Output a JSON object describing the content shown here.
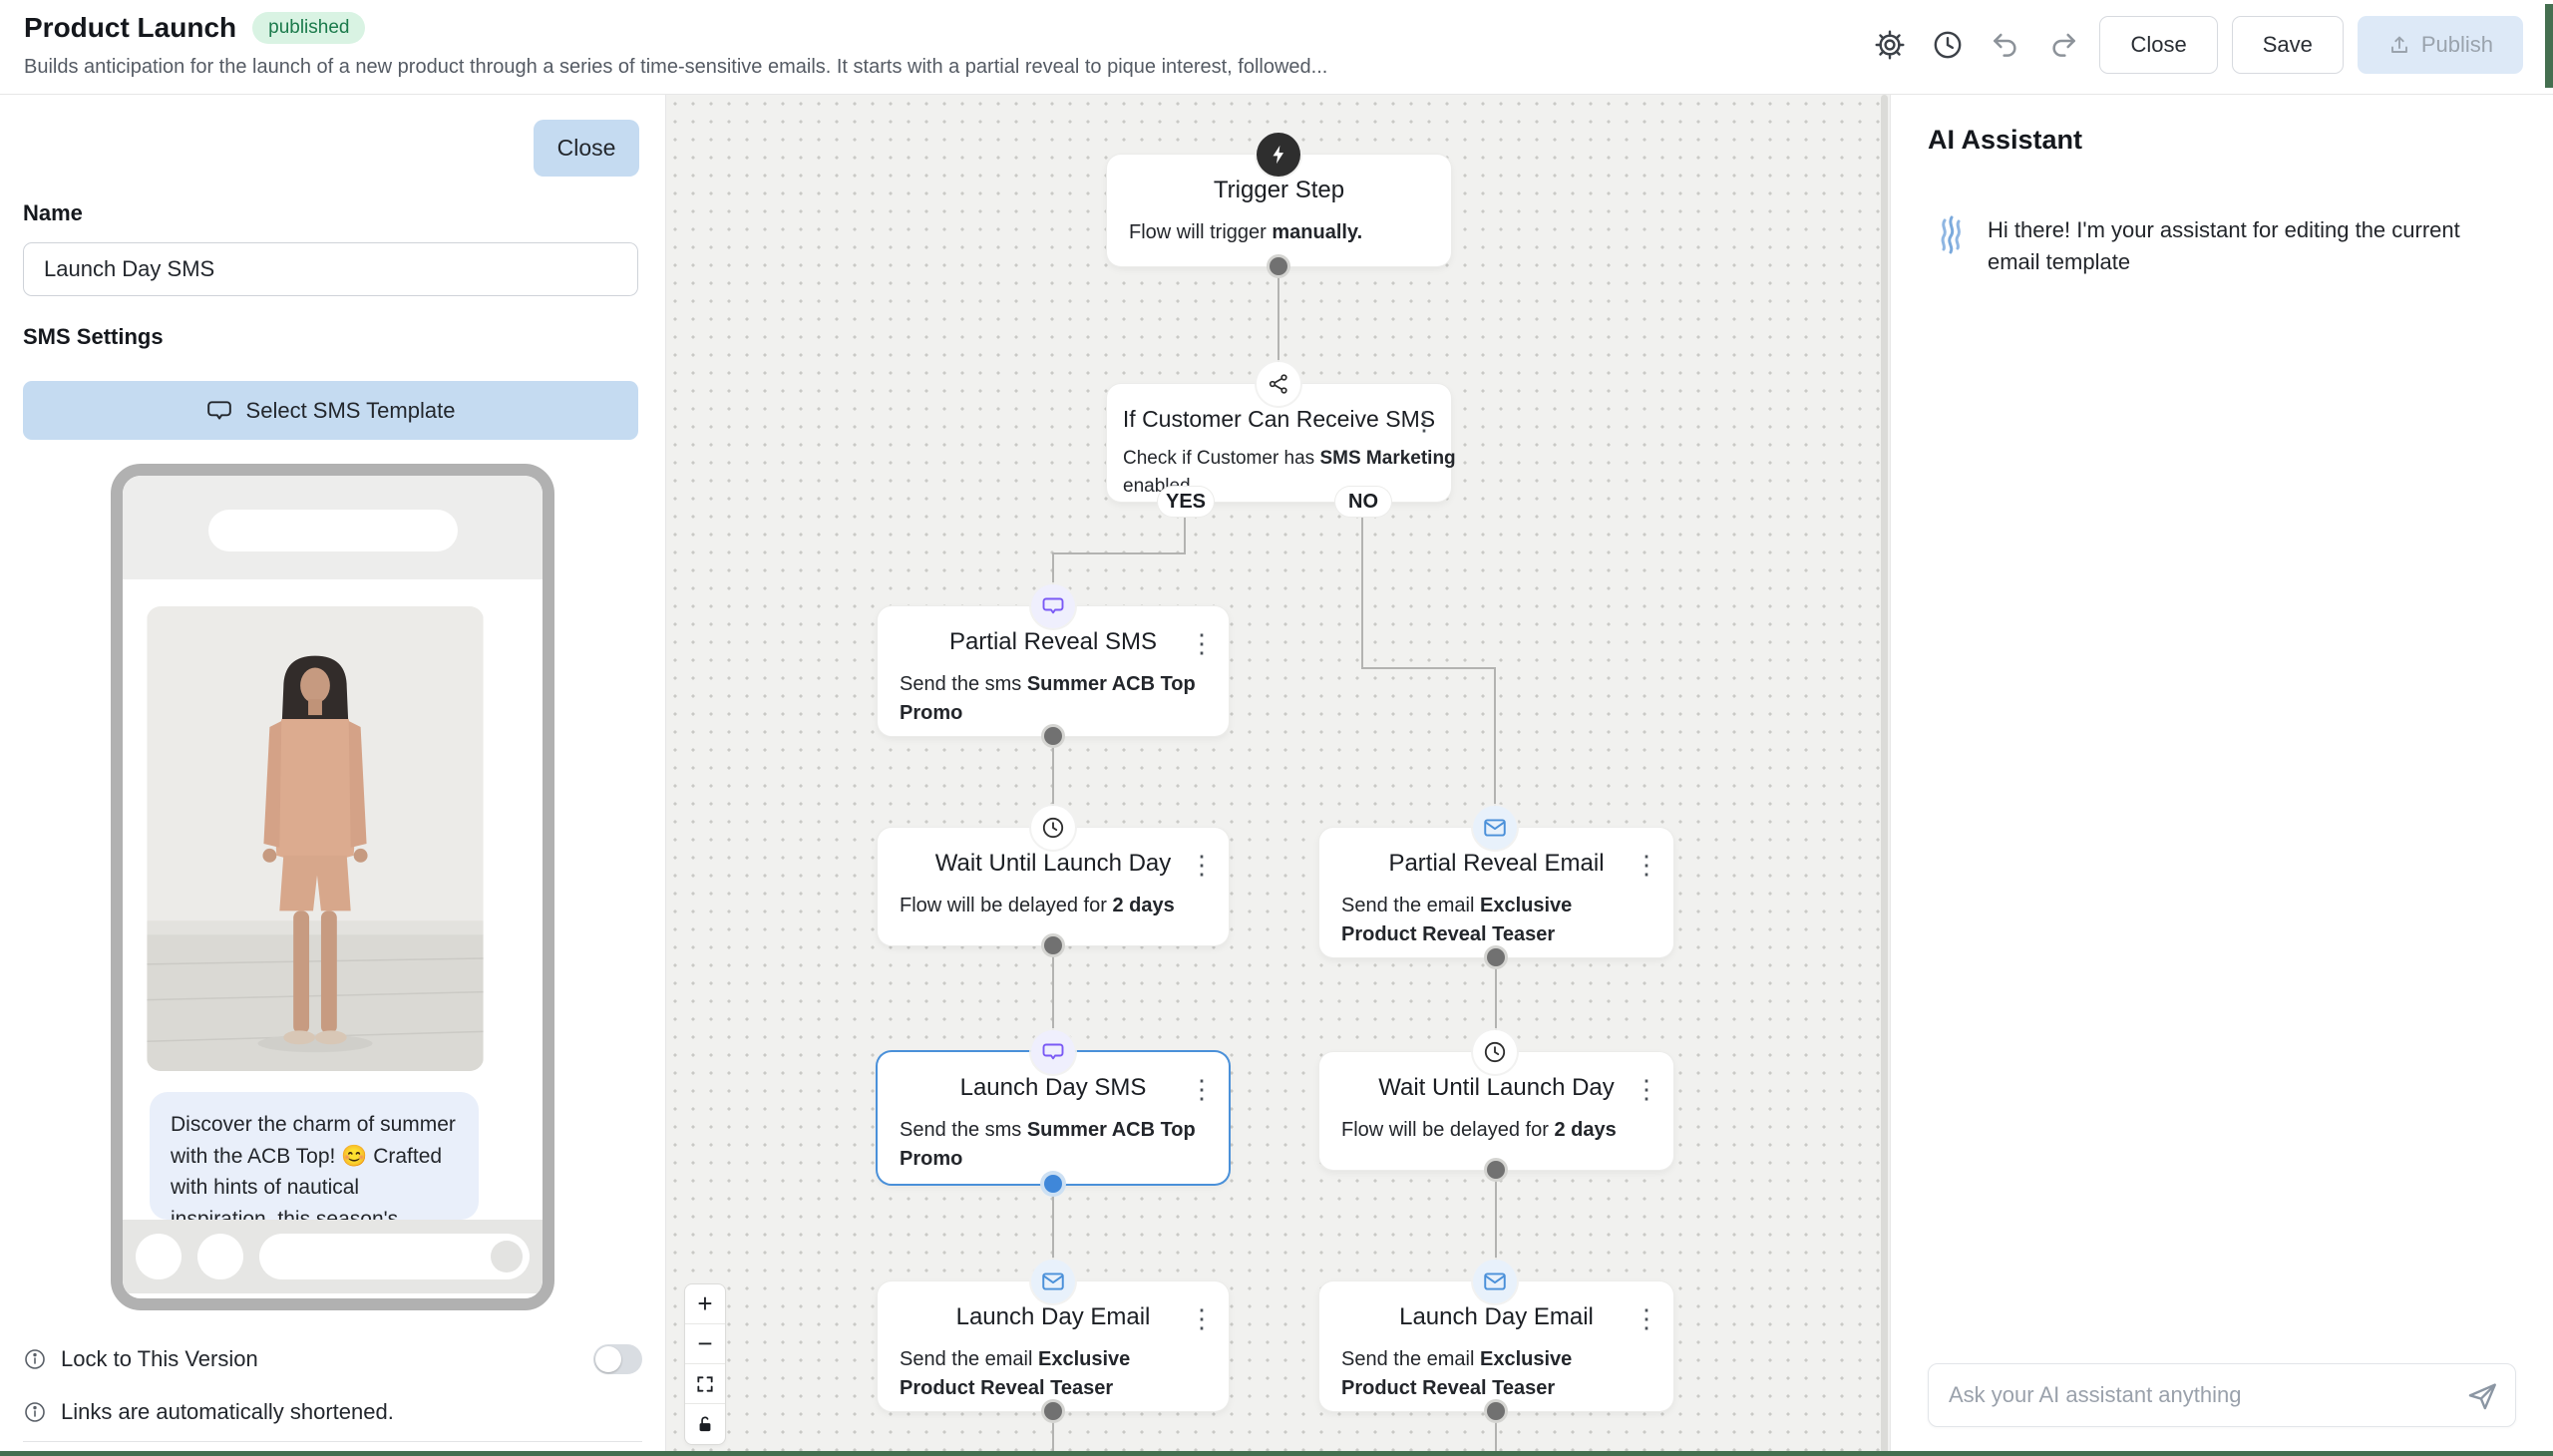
{
  "header": {
    "title": "Product Launch",
    "status": "published",
    "description": "Builds anticipation for the launch of a new product through a series of time-sensitive emails. It starts with a partial reveal to pique interest, followed...",
    "close_label": "Close",
    "save_label": "Save",
    "publish_label": "Publish"
  },
  "panel": {
    "close_label": "Close",
    "name_label": "Name",
    "name_value": "Launch Day SMS",
    "sms_settings_label": "SMS Settings",
    "select_template_label": "Select SMS Template",
    "preview_message": "Discover the charm of summer with the ACB Top! 😊 Crafted with hints of nautical inspiration, this season's...",
    "lock_label": "Lock to This Version",
    "links_note": "Links are automatically shortened."
  },
  "flow": {
    "trigger": {
      "title": "Trigger Step",
      "body_prefix": "Flow will trigger ",
      "body_bold": "manually."
    },
    "condition": {
      "title": "If Customer Can Receive SMS",
      "body_prefix": "Check if Customer has ",
      "body_bold": "SMS Marketing",
      "body_suffix": "enabled",
      "yes_label": "YES",
      "no_label": "NO"
    },
    "partial_sms": {
      "title": "Partial Reveal SMS",
      "body_prefix": "Send the sms ",
      "body_bold": "Summer ACB Top Promo"
    },
    "wait_left": {
      "title": "Wait Until Launch Day",
      "body_prefix": "Flow will be delayed for ",
      "body_bold": "2 days"
    },
    "launch_sms": {
      "title": "Launch Day SMS",
      "body_prefix": "Send the sms ",
      "body_bold": "Summer ACB Top Promo"
    },
    "launch_email_left": {
      "title": "Launch Day Email",
      "body_prefix": "Send the email ",
      "body_bold": "Exclusive Product Reveal Teaser"
    },
    "partial_email": {
      "title": "Partial Reveal Email",
      "body_prefix": "Send the email ",
      "body_bold": "Exclusive Product Reveal Teaser"
    },
    "wait_right": {
      "title": "Wait Until Launch Day",
      "body_prefix": "Flow will be delayed for ",
      "body_bold": "2 days"
    },
    "launch_email_right": {
      "title": "Launch Day Email",
      "body_prefix": "Send the email ",
      "body_bold": "Exclusive Product Reveal Teaser"
    }
  },
  "assistant": {
    "title": "AI Assistant",
    "greeting": "Hi there! I'm your assistant for editing the current email template",
    "input_placeholder": "Ask your AI assistant anything"
  },
  "icons": {
    "kebab": "⋮",
    "zoom_in": "+",
    "zoom_out": "−"
  },
  "colors": {
    "accent_blue": "#c5dbf1",
    "publish_bg": "#dde9f7",
    "badge_bg": "#d9f3e3",
    "badge_text": "#1b7a4b",
    "selected_border": "#4a90d9",
    "sms_icon": "#7a5af5",
    "email_icon": "#4a90d9",
    "canvas_line": "#b3b3b1",
    "edge_green": "#456f50"
  }
}
